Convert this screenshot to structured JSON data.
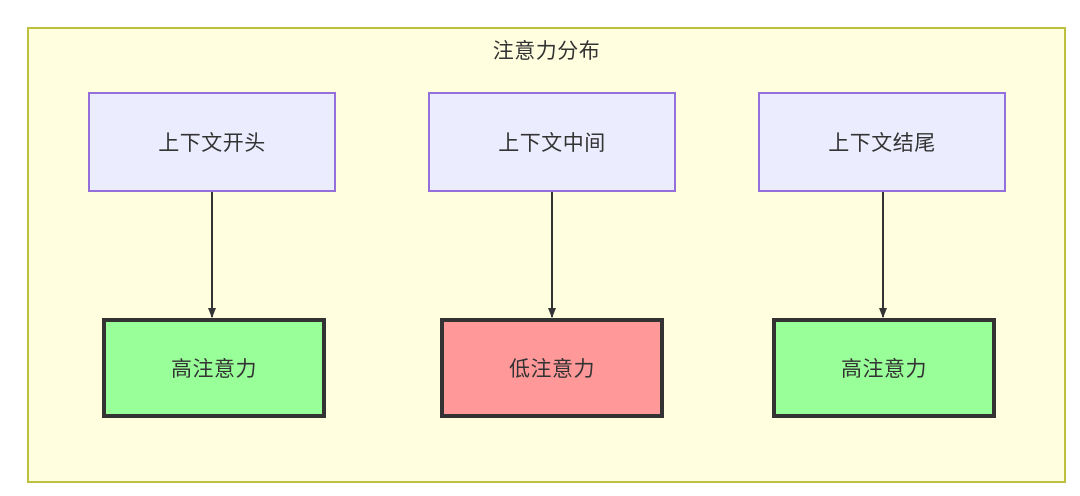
{
  "diagram": {
    "title": "注意力分布",
    "background_color": "#ffffe0",
    "border_color": "#bfbf3f",
    "nodes": [
      {
        "id": "ctx-start",
        "label": "上下文开头",
        "fill": "#ececff",
        "stroke": "#9370db",
        "group": "context"
      },
      {
        "id": "ctx-middle",
        "label": "上下文中间",
        "fill": "#ececff",
        "stroke": "#9370db",
        "group": "context"
      },
      {
        "id": "ctx-end",
        "label": "上下文结尾",
        "fill": "#ececff",
        "stroke": "#9370db",
        "group": "context"
      },
      {
        "id": "att-start",
        "label": "高注意力",
        "fill": "#99ff99",
        "stroke": "#333333",
        "group": "attention"
      },
      {
        "id": "att-middle",
        "label": "低注意力",
        "fill": "#ff9999",
        "stroke": "#333333",
        "group": "attention"
      },
      {
        "id": "att-end",
        "label": "高注意力",
        "fill": "#99ff99",
        "stroke": "#333333",
        "group": "attention"
      }
    ],
    "edges": [
      {
        "from": "ctx-start",
        "to": "att-start",
        "label": ""
      },
      {
        "from": "ctx-middle",
        "to": "att-middle",
        "label": ""
      },
      {
        "from": "ctx-end",
        "to": "att-end",
        "label": ""
      }
    ],
    "edge_color": "#333333"
  }
}
